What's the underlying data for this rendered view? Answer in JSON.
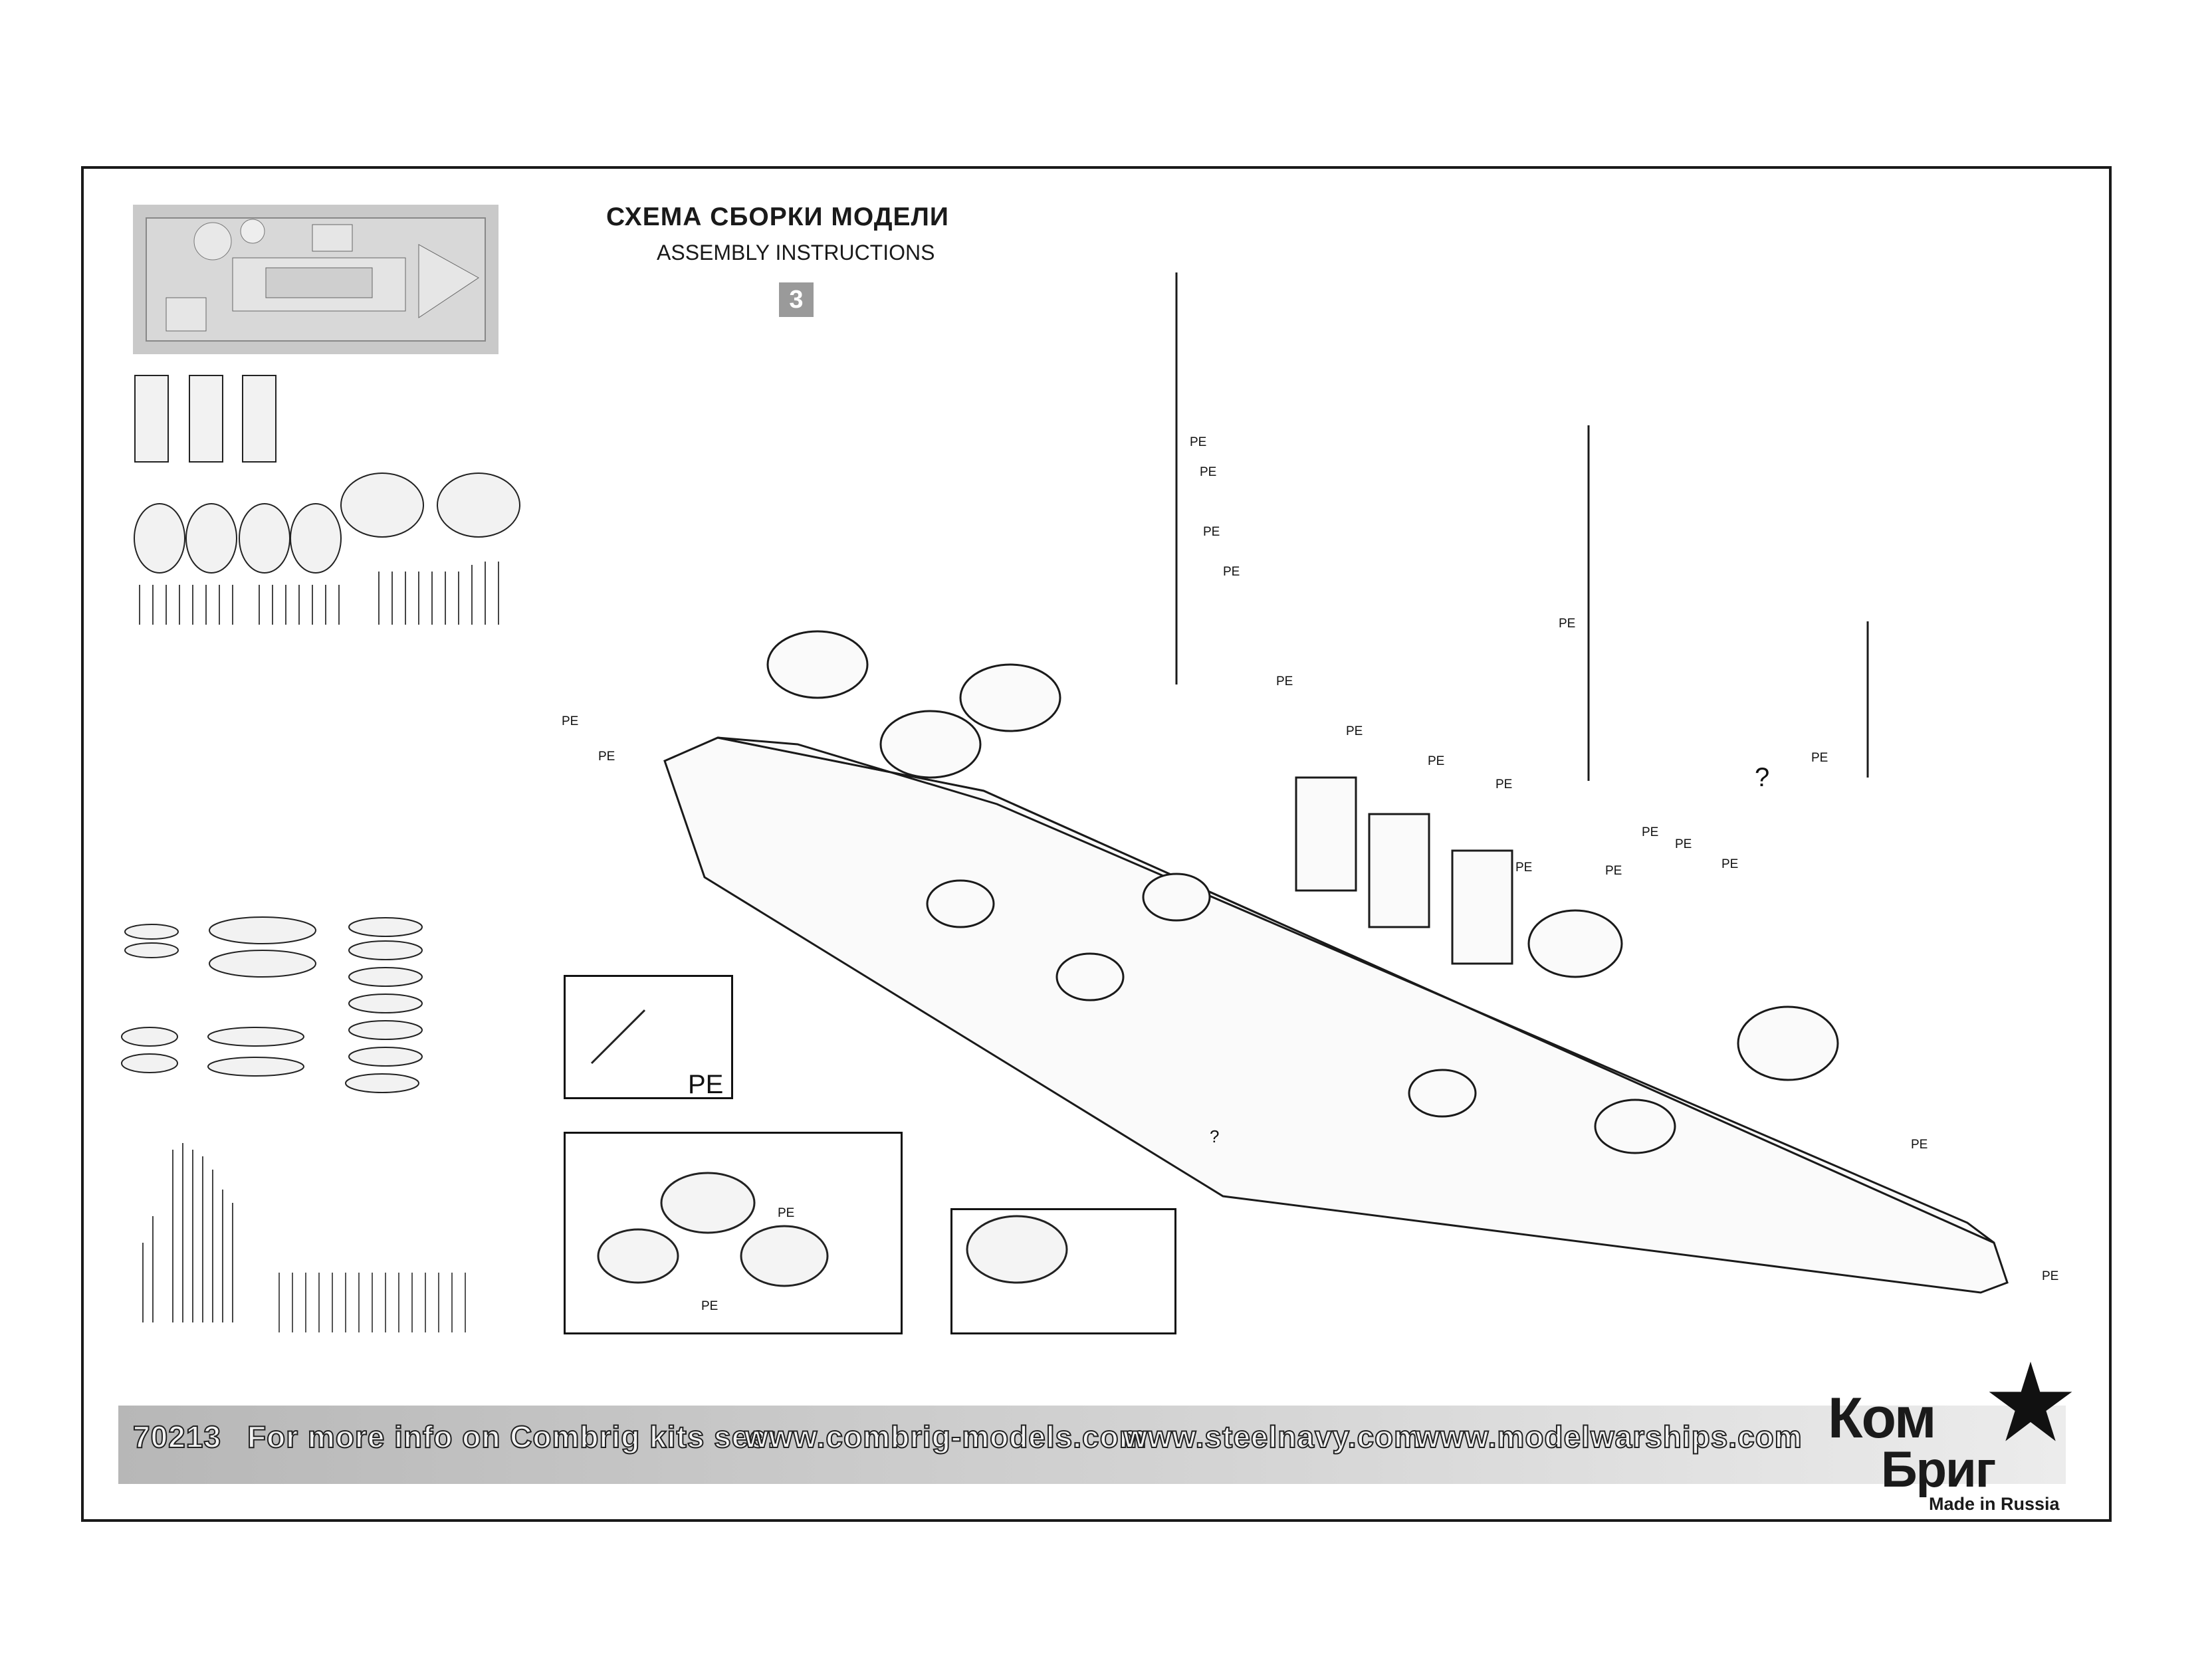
{
  "header": {
    "title_ru": "СХЕМА СБОРКИ МОДЕЛИ",
    "title_en": "ASSEMBLY INSTRUCTIONS",
    "step_number": "3"
  },
  "labels": {
    "pe": "PE",
    "question_mark": "?"
  },
  "footer": {
    "kit_number": "70213",
    "info_text": "For more info on Combrig kits see:",
    "links": [
      "www.combrig-models.com",
      "www.steelnavy.com",
      "www.modelwarships.com"
    ]
  },
  "logo": {
    "line1": "Ком",
    "line2": "Бриг",
    "made_in": "Made in Russia"
  }
}
